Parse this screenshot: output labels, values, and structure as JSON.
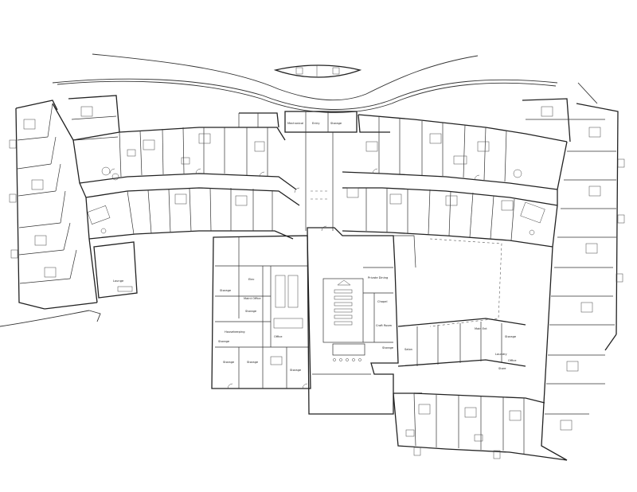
{
  "labels": {
    "mechanical": "Mechanical",
    "entry": "Entry",
    "storage_top": "Storage",
    "storage_kitchen": "Storage",
    "elec": "Elec",
    "maint_office": "Maint Office",
    "storage_k2": "Storage",
    "housekeeping": "Housekeeping",
    "storage_k3": "Storage",
    "office_k": "Office",
    "storage_k4": "Storage",
    "storage_k5": "Storage",
    "storage_k6": "Storage",
    "lounge_left": "Lounge",
    "private_dining": "Private Dining",
    "chapel": "Chapel",
    "craft_room": "Craft Room",
    "storage_c": "Storage",
    "salon": "Salon",
    "storage_r1": "Storage",
    "laundry": "Laundry",
    "store": "Store",
    "office_r": "Office",
    "main_ent": "Main Ent"
  },
  "colors": {
    "line": "#222222",
    "background": "#ffffff"
  }
}
